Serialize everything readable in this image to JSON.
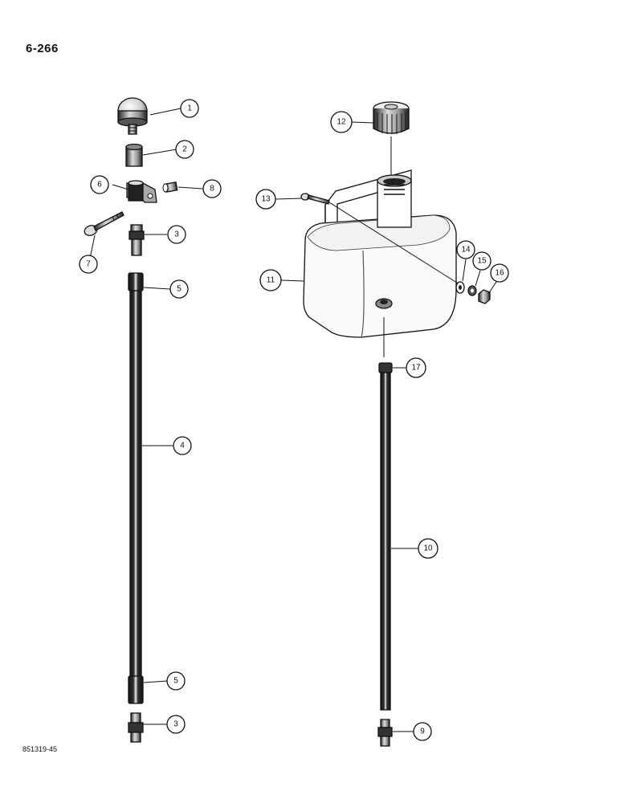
{
  "page_number": "6-266",
  "figure_code": "851319-45",
  "callouts": [
    {
      "label": "1"
    },
    {
      "label": "2"
    },
    {
      "label": "6"
    },
    {
      "label": "8"
    },
    {
      "label": "3"
    },
    {
      "label": "7"
    },
    {
      "label": "5"
    },
    {
      "label": "4"
    },
    {
      "label": "5"
    },
    {
      "label": "3"
    },
    {
      "label": "12"
    },
    {
      "label": "13"
    },
    {
      "label": "11"
    },
    {
      "label": "14"
    },
    {
      "label": "15"
    },
    {
      "label": "16"
    },
    {
      "label": "17"
    },
    {
      "label": "10"
    },
    {
      "label": "9"
    }
  ]
}
